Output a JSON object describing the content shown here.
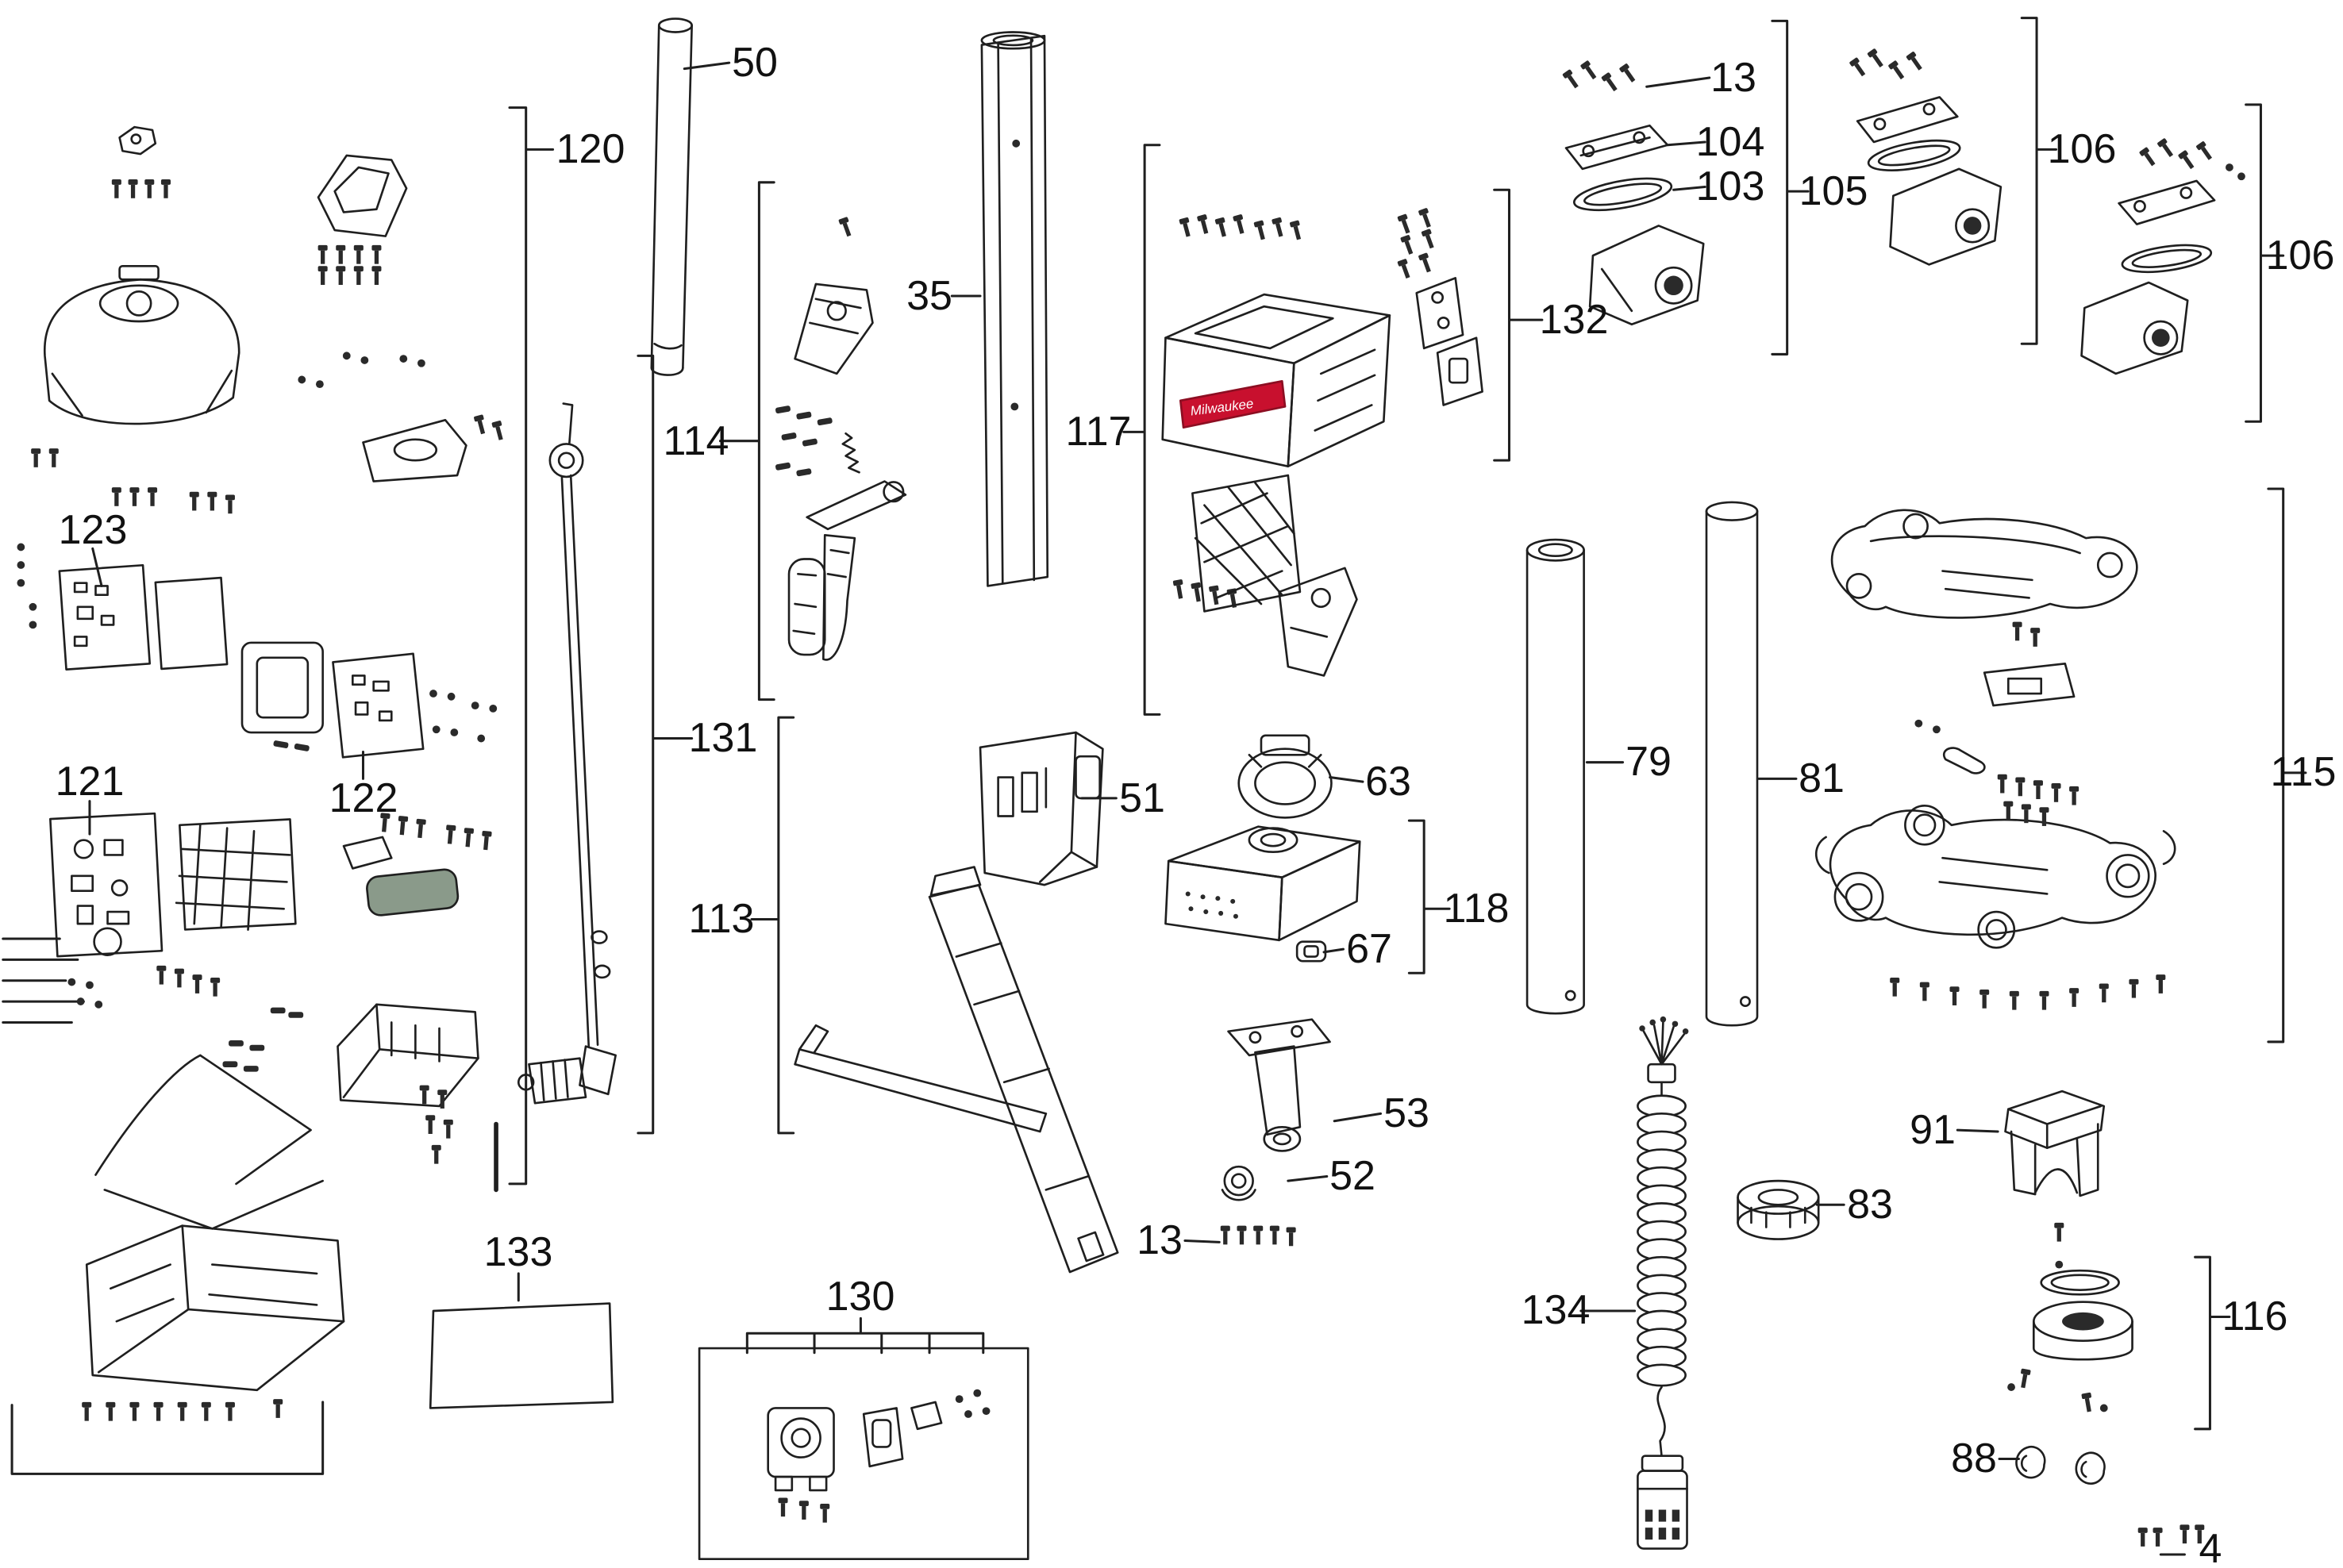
{
  "diagram": {
    "type": "exploded-parts-diagram",
    "brand": "Milwaukee",
    "background_color": "#ffffff",
    "line_color": "#1f1f1f",
    "accent_color": "#c8102e",
    "callouts": [
      {
        "label": "50"
      },
      {
        "label": "120"
      },
      {
        "label": "35"
      },
      {
        "label": "13"
      },
      {
        "label": "104"
      },
      {
        "label": "103"
      },
      {
        "label": "105"
      },
      {
        "label": "106"
      },
      {
        "label": "106"
      },
      {
        "label": "132"
      },
      {
        "label": "117"
      },
      {
        "label": "114"
      },
      {
        "label": "123"
      },
      {
        "label": "131"
      },
      {
        "label": "121"
      },
      {
        "label": "122"
      },
      {
        "label": "51"
      },
      {
        "label": "63"
      },
      {
        "label": "79"
      },
      {
        "label": "81"
      },
      {
        "label": "115"
      },
      {
        "label": "113"
      },
      {
        "label": "118"
      },
      {
        "label": "67"
      },
      {
        "label": "53"
      },
      {
        "label": "52"
      },
      {
        "label": "91"
      },
      {
        "label": "83"
      },
      {
        "label": "13"
      },
      {
        "label": "133"
      },
      {
        "label": "130"
      },
      {
        "label": "134"
      },
      {
        "label": "116"
      },
      {
        "label": "88"
      },
      {
        "label": "4"
      }
    ]
  }
}
